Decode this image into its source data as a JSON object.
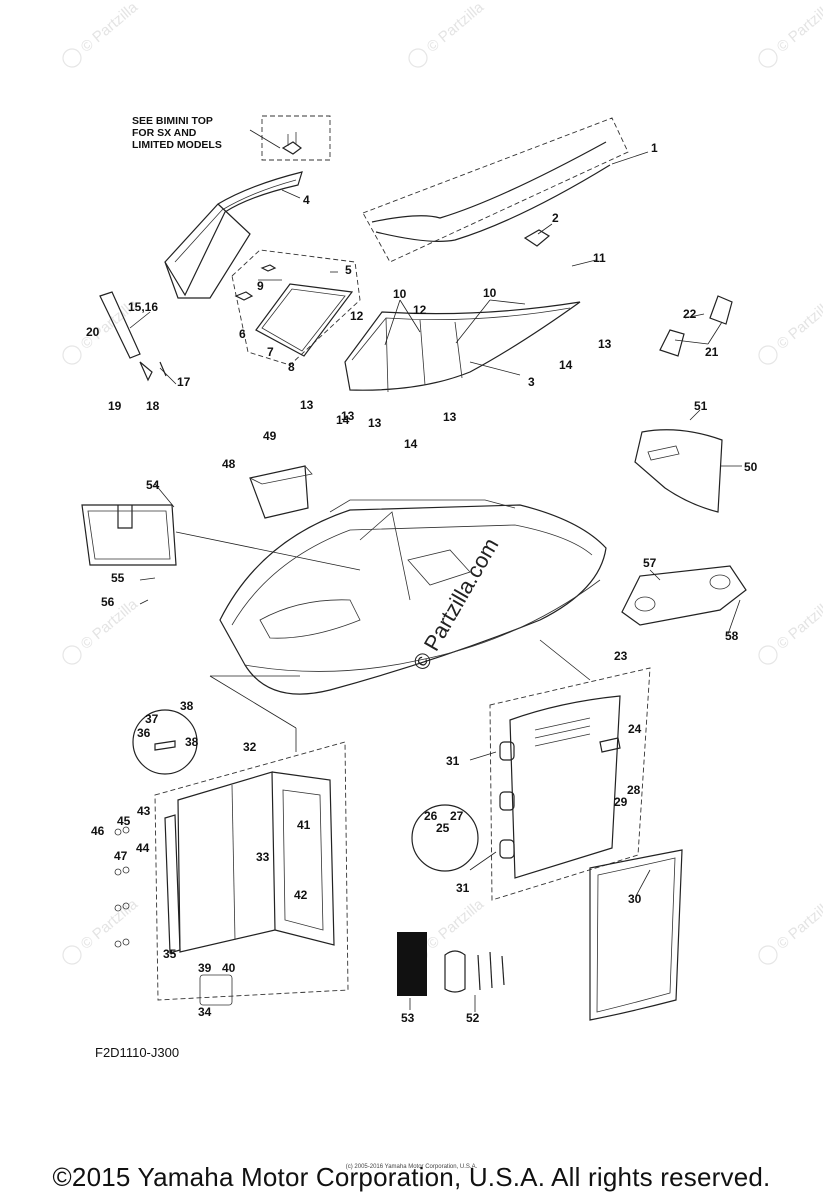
{
  "note": {
    "line1": "SEE BIMINI TOP",
    "line2": "FOR SX AND",
    "line3": "LIMITED MODELS"
  },
  "callouts": [
    "1",
    "2",
    "3",
    "4",
    "5",
    "6",
    "7",
    "8",
    "9",
    "10",
    "10",
    "11",
    "12",
    "12",
    "13",
    "13",
    "13",
    "13",
    "13",
    "14",
    "14",
    "14",
    "15,16",
    "17",
    "18",
    "19",
    "20",
    "21",
    "22",
    "23",
    "24",
    "25",
    "26",
    "27",
    "28",
    "29",
    "30",
    "31",
    "31",
    "32",
    "33",
    "34",
    "35",
    "36",
    "37",
    "38",
    "38",
    "39",
    "40",
    "41",
    "42",
    "43",
    "44",
    "45",
    "46",
    "47",
    "48",
    "49",
    "50",
    "51",
    "52",
    "53",
    "54",
    "55",
    "56",
    "57",
    "58"
  ],
  "watermark": "© Partzilla.com",
  "watermark_small": "© Partzilla",
  "diagram_code": "F2D1110-J300",
  "copyright": "©2015 Yamaha Motor Corporation, U.S.A. All rights reserved.",
  "copyright_small": "(c) 2005-2016 Yamaha Motor Corporation, U.S.A."
}
